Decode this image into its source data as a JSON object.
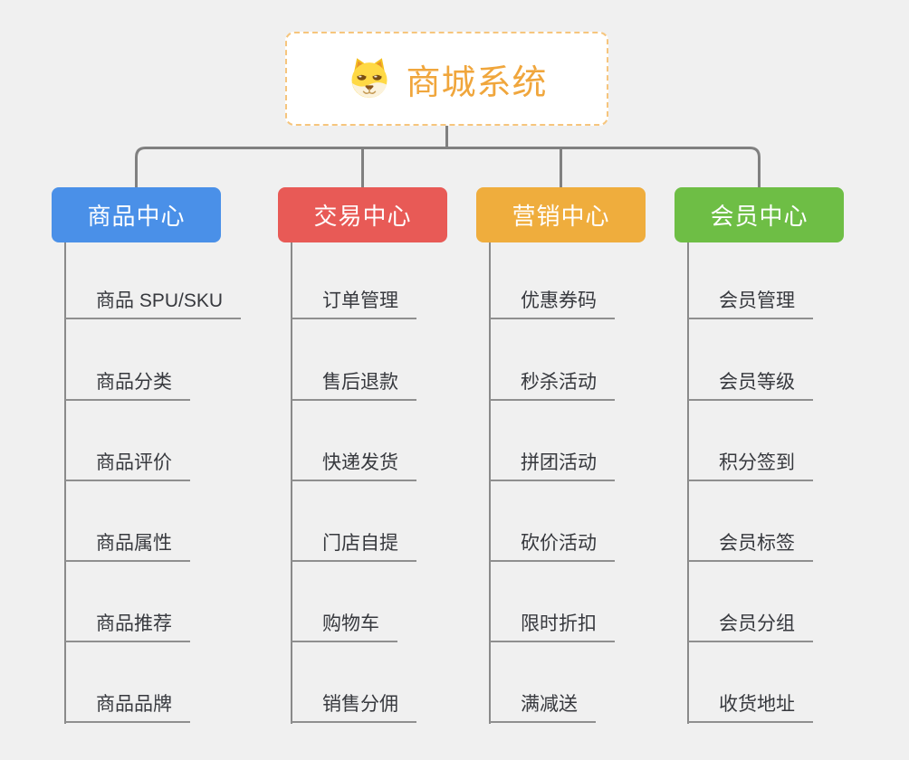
{
  "root": {
    "title": "商城系统",
    "icon": "doge-icon"
  },
  "branches": [
    {
      "label": "商品中心",
      "color": "#4a90e8",
      "children": [
        "商品 SPU/SKU",
        "商品分类",
        "商品评价",
        "商品属性",
        "商品推荐",
        "商品品牌"
      ]
    },
    {
      "label": "交易中心",
      "color": "#e85a56",
      "children": [
        "订单管理",
        "售后退款",
        "快递发货",
        "门店自提",
        "购物车",
        "销售分佣"
      ]
    },
    {
      "label": "营销中心",
      "color": "#efad3d",
      "children": [
        "优惠券码",
        "秒杀活动",
        "拼团活动",
        "砍价活动",
        "限时折扣",
        "满减送"
      ]
    },
    {
      "label": "会员中心",
      "color": "#6ebe45",
      "children": [
        "会员管理",
        "会员等级",
        "积分签到",
        "会员标签",
        "会员分组",
        "收货地址"
      ]
    }
  ],
  "colors": {
    "background": "#f0f0f0",
    "root_text": "#f0a63c",
    "root_border": "#f6c57d",
    "connector_line": "#808080",
    "child_underline": "#8f8f8f",
    "child_text": "#37393e",
    "branch_text": "#ffffff"
  }
}
